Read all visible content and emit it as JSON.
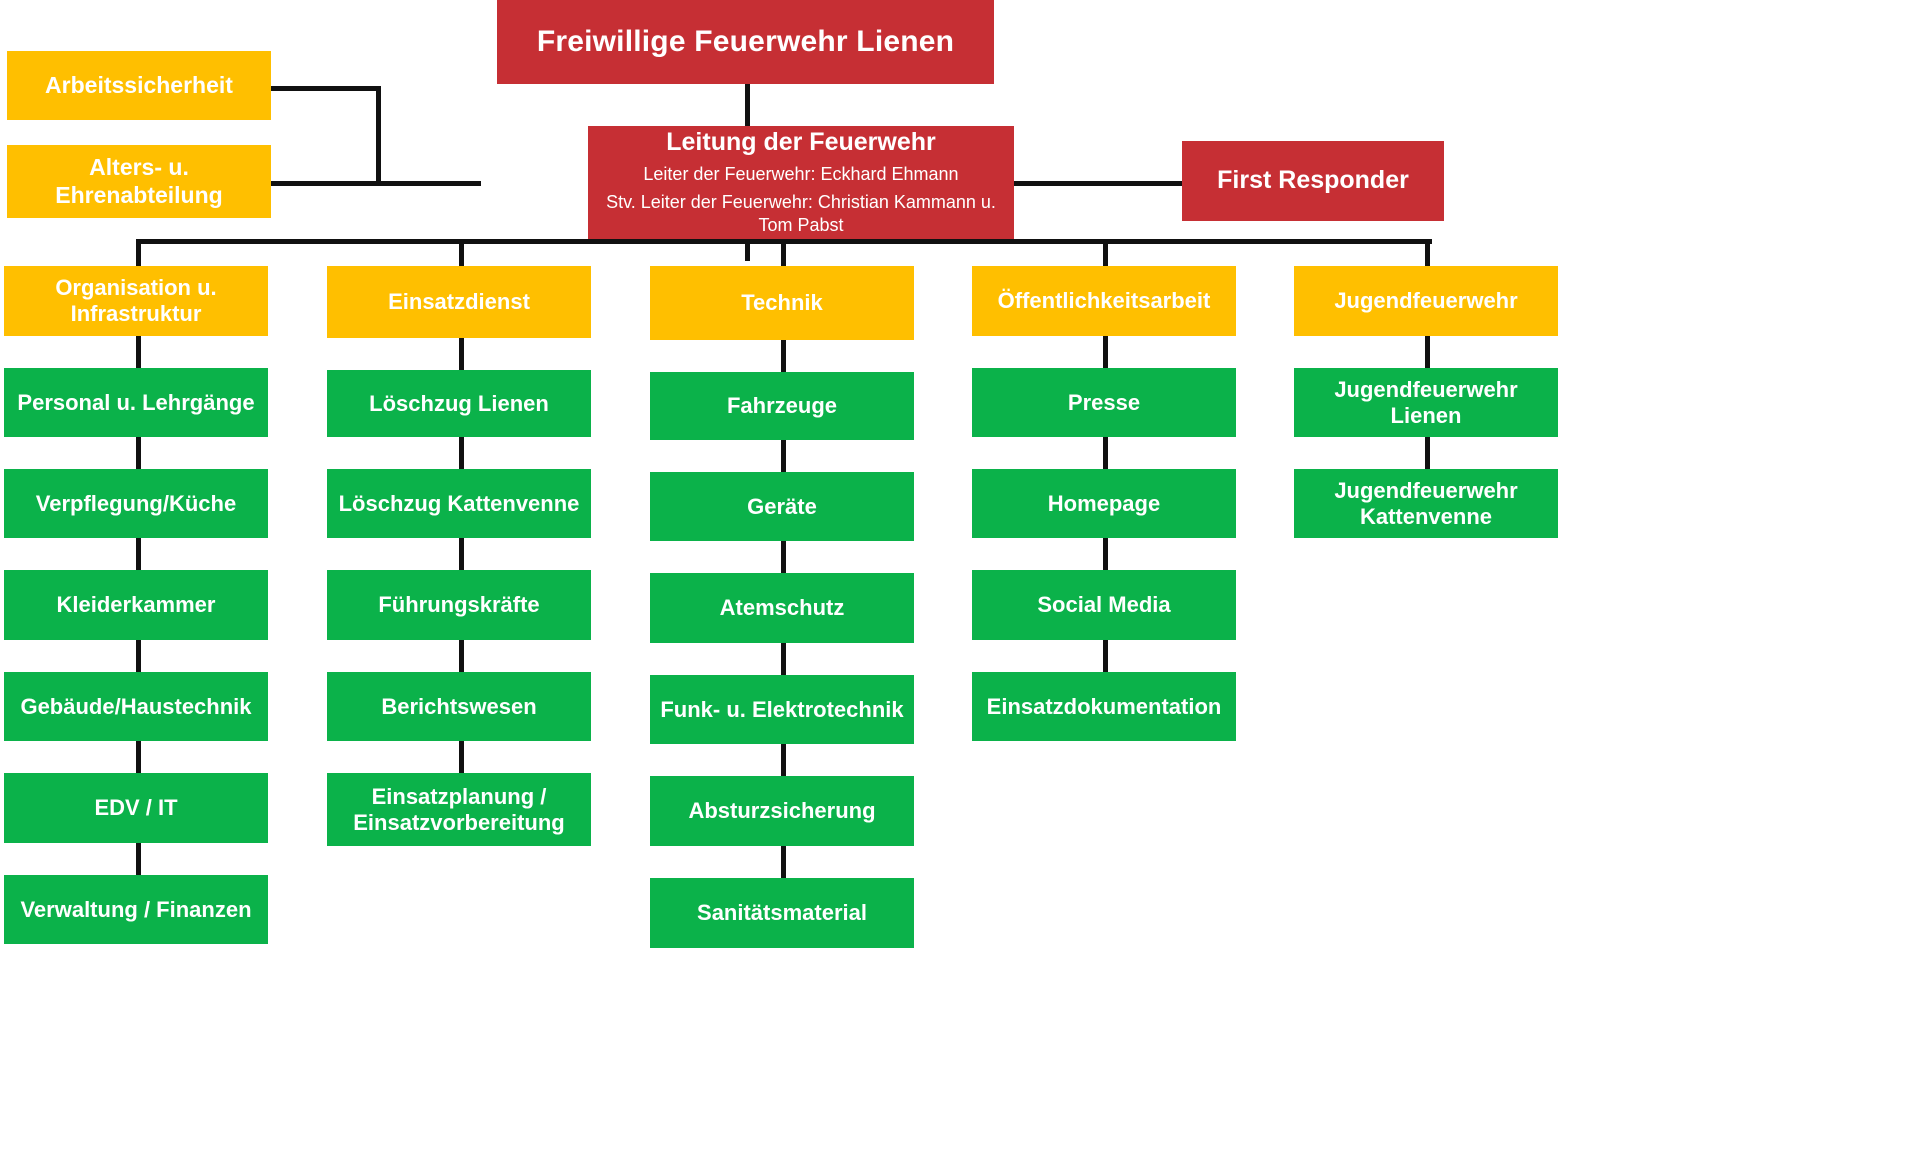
{
  "root": {
    "title": "Freiwillige Feuerwehr Lienen"
  },
  "leadership": {
    "title": "Leitung der Feuerwehr",
    "line1": "Leiter der Feuerwehr: Eckhard Ehmann",
    "line2": "Stv. Leiter der Feuerwehr: Christian Kammann u. Tom Pabst"
  },
  "left_staff": [
    {
      "label": "Arbeitssicherheit"
    },
    {
      "label": "Alters- u. Ehrenabteilung"
    }
  ],
  "right_staff": [
    {
      "label": "First Responder"
    }
  ],
  "departments": [
    {
      "label": "Organisation u. Infrastruktur",
      "items": [
        "Personal u. Lehrgänge",
        "Verpflegung/Küche",
        "Kleiderkammer",
        "Gebäude/Haustechnik",
        "EDV / IT",
        "Verwaltung / Finanzen"
      ]
    },
    {
      "label": "Einsatzdienst",
      "items": [
        "Löschzug Lienen",
        "Löschzug Kattenvenne",
        "Führungskräfte",
        "Berichtswesen",
        "Einsatzplanung / Einsatzvorbereitung"
      ]
    },
    {
      "label": "Technik",
      "items": [
        "Fahrzeuge",
        "Geräte",
        "Atemschutz",
        "Funk- u. Elektrotechnik",
        "Absturzsicherung",
        "Sanitätsmaterial"
      ]
    },
    {
      "label": "Öffentlichkeitsarbeit",
      "items": [
        "Presse",
        "Homepage",
        "Social Media",
        "Einsatzdokumentation"
      ]
    },
    {
      "label": "Jugendfeuerwehr",
      "items": [
        "Jugendfeuerwehr Lienen",
        "Jugendfeuerwehr Kattenvenne"
      ]
    }
  ],
  "colors": {
    "red": "#C62F34",
    "amber": "#FFBF00",
    "green": "#0BB24A",
    "connector": "#111111",
    "text": "#FFFFFF"
  }
}
